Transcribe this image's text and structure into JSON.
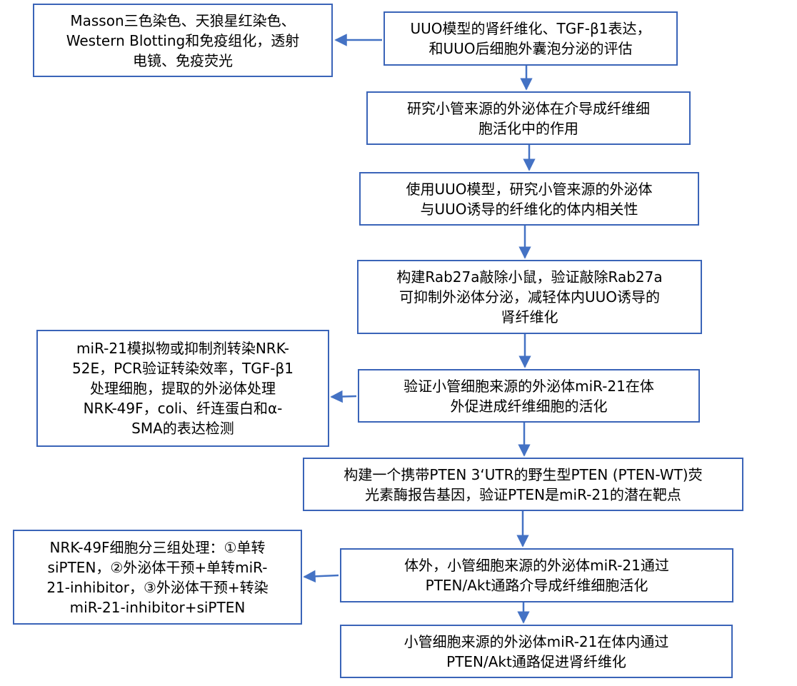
{
  "colors": {
    "border": "#3a64b8",
    "arrow": "#4472c4",
    "text": "#000000",
    "background": "#ffffff"
  },
  "nodes": {
    "methods_1": {
      "lines": [
        "Masson三色染色、天狼星红染色、",
        "Western Blotting和免疫组化，透射",
        "电镜、免疫荧光"
      ]
    },
    "step_1": {
      "lines": [
        "UUO模型的肾纤维化、TGF-β1表达，",
        "和UUO后细胞外囊泡分泌的评估"
      ]
    },
    "step_2": {
      "lines": [
        "研究小管来源的外泌体在介导成纤维细",
        "胞活化中的作用"
      ]
    },
    "step_3": {
      "lines": [
        "使用UUO模型，研究小管来源的外泌体",
        "与UUO诱导的纤维化的体内相关性"
      ]
    },
    "step_4": {
      "lines": [
        "构建Rab27a敲除小鼠，验证敲除Rab27a",
        "可抑制外泌体分泌，减轻体内UUO诱导的",
        "肾纤维化"
      ]
    },
    "methods_2": {
      "lines": [
        "miR-21模拟物或抑制剂转染NRK-",
        "52E，PCR验证转染效率，TGF-β1",
        "处理细胞，提取的外泌体处理",
        "NRK-49F，coli、纤连蛋白和α-",
        "SMA的表达检测"
      ]
    },
    "step_5": {
      "lines": [
        "验证小管细胞来源的外泌体miR-21在体",
        "外促进成纤维细胞的活化"
      ]
    },
    "step_6": {
      "lines": [
        "构建一个携带PTEN 3‘UTR的野生型PTEN (PTEN-WT)荧",
        "光素酶报告基因，验证PTEN是miR-21的潜在靶点"
      ]
    },
    "methods_3": {
      "lines": [
        "NRK-49F细胞分三组处理：①单转",
        "siPTEN，②外泌体干预+单转miR-",
        "21-inhibitor，③外泌体干预+转染",
        "miR-21-inhibitor+siPTEN"
      ]
    },
    "step_7": {
      "lines": [
        "体外，小管细胞来源的外泌体miR-21通过",
        "PTEN/Akt通路介导成纤维细胞活化"
      ]
    },
    "step_8": {
      "lines": [
        "小管细胞来源的外泌体miR-21在体内通过",
        "PTEN/Akt通路促进肾纤维化"
      ]
    }
  },
  "edges": [
    {
      "from": "step_1",
      "to": "methods_1"
    },
    {
      "from": "step_1",
      "to": "step_2"
    },
    {
      "from": "step_2",
      "to": "step_3"
    },
    {
      "from": "step_3",
      "to": "step_4"
    },
    {
      "from": "step_4",
      "to": "step_5"
    },
    {
      "from": "step_5",
      "to": "methods_2"
    },
    {
      "from": "step_5",
      "to": "step_6"
    },
    {
      "from": "step_6",
      "to": "step_7"
    },
    {
      "from": "step_7",
      "to": "methods_3"
    },
    {
      "from": "step_7",
      "to": "step_8"
    }
  ]
}
